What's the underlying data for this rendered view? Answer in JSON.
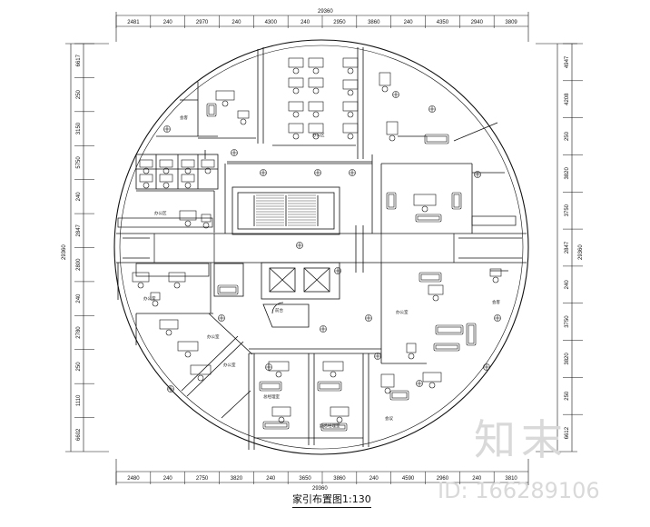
{
  "drawing": {
    "caption": "家引布置图1:130",
    "overall_dimension": "29360",
    "top_dimensions": [
      "2481",
      "240",
      "2970",
      "240",
      "4300",
      "240",
      "2950",
      "3860",
      "240",
      "4350",
      "2940",
      "3809"
    ],
    "bottom_dimensions": [
      "2480",
      "240",
      "2750",
      "3820",
      "240",
      "3650",
      "3860",
      "240",
      "4590",
      "2960",
      "240",
      "3810"
    ],
    "left_dimensions": [
      "6617",
      "250",
      "3150",
      "5750",
      "240",
      "2847",
      "2800",
      "240",
      "2780",
      "250",
      "1110",
      "6602"
    ],
    "right_dimensions": [
      "4947",
      "4208",
      "250",
      "3820",
      "3750",
      "2847",
      "240",
      "3750",
      "3820",
      "250",
      "6612"
    ]
  },
  "watermark": {
    "logo_text": "知末",
    "id_text": "ID: 166289106"
  }
}
